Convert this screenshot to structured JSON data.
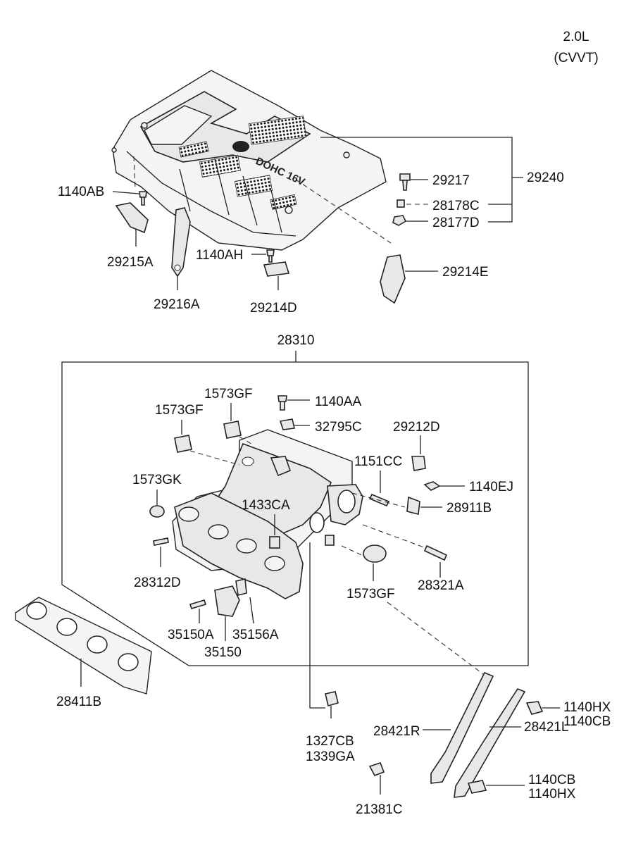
{
  "header": {
    "engine": "2.0L",
    "variant": "(CVVT)"
  },
  "emblem": {
    "text": "DOHC 16V"
  },
  "labels": {
    "p29240": "29240",
    "p29217": "29217",
    "p28178C": "28178C",
    "p28177D": "28177D",
    "p1140AB": "1140AB",
    "p29215A": "29215A",
    "p29216A": "29216A",
    "p1140AH": "1140AH",
    "p29214D": "29214D",
    "p29214E": "29214E",
    "p28310": "28310",
    "p1573GF_a": "1573GF",
    "p1573GF_b": "1573GF",
    "p1140AA": "1140AA",
    "p32795C": "32795C",
    "p29212D": "29212D",
    "p1151CC": "1151CC",
    "p1140EJ": "1140EJ",
    "p1573GK": "1573GK",
    "p1433CA": "1433CA",
    "p28911B": "28911B",
    "p28312D": "28312D",
    "p28321A": "28321A",
    "p1573GF_c": "1573GF",
    "p35150A": "35150A",
    "p35156A": "35156A",
    "p35150": "35150",
    "p28411B": "28411B",
    "p1327CB": "1327CB",
    "p1339GA": "1339GA",
    "p28421R": "28421R",
    "p1140HX_a": "1140HX",
    "p1140CB_a": "1140CB",
    "p28421L": "28421L",
    "p1140CB_b": "1140CB",
    "p1140HX_b": "1140HX",
    "p21381C": "21381C"
  }
}
